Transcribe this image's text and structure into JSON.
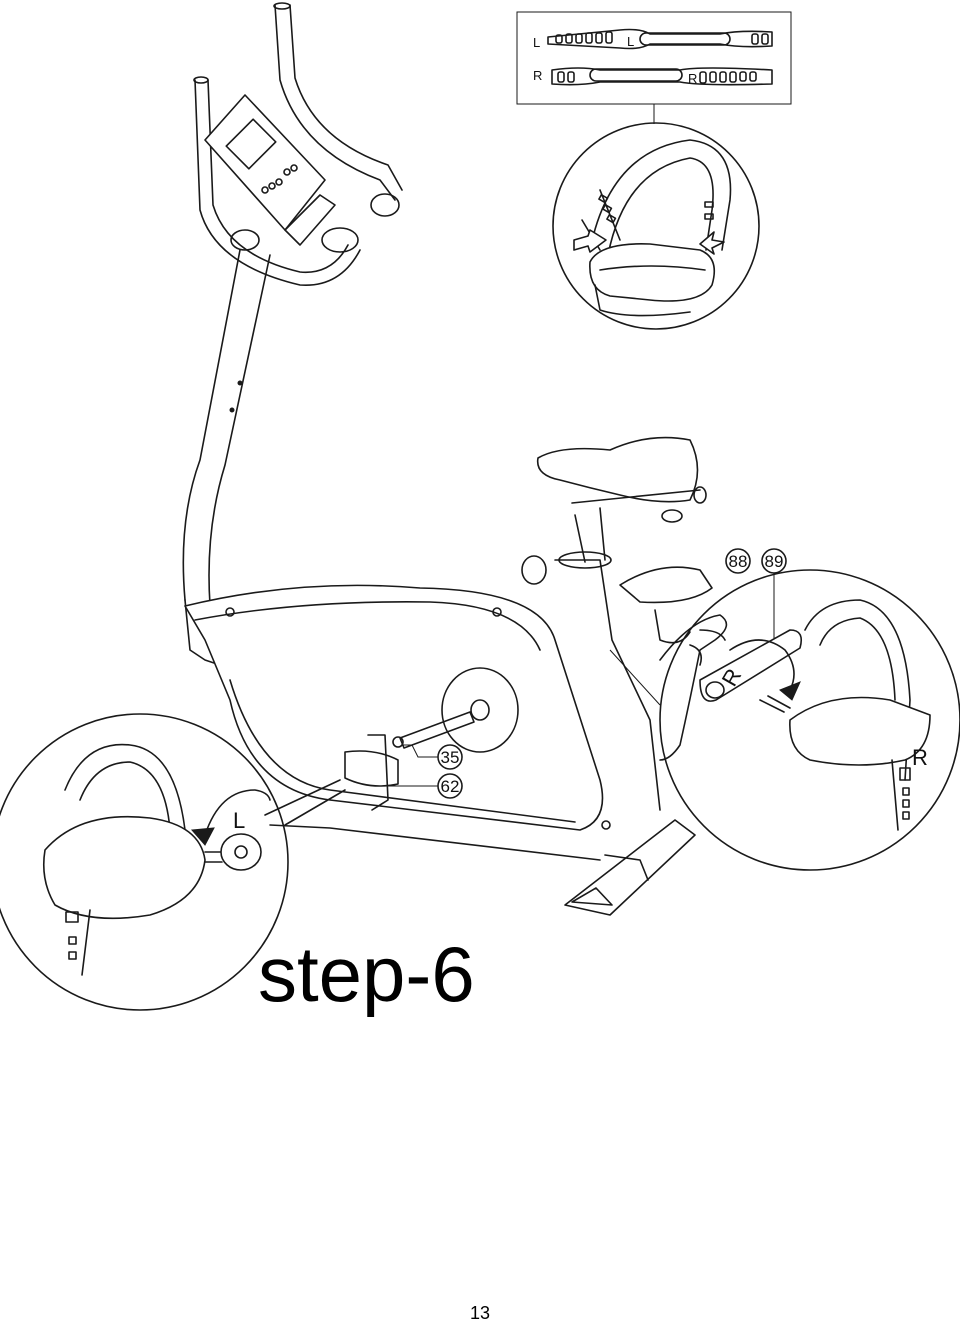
{
  "legend": {
    "left_label": "L",
    "left_strap_label": "L",
    "right_label": "R",
    "right_strap_label": "R"
  },
  "callouts": {
    "part_88": "88",
    "part_89": "89",
    "part_35": "35",
    "part_62": "62"
  },
  "detail_left": {
    "side_label": "L"
  },
  "detail_right": {
    "side_label": "R",
    "crank_label": "R"
  },
  "title": "step-6",
  "page_number": "13"
}
